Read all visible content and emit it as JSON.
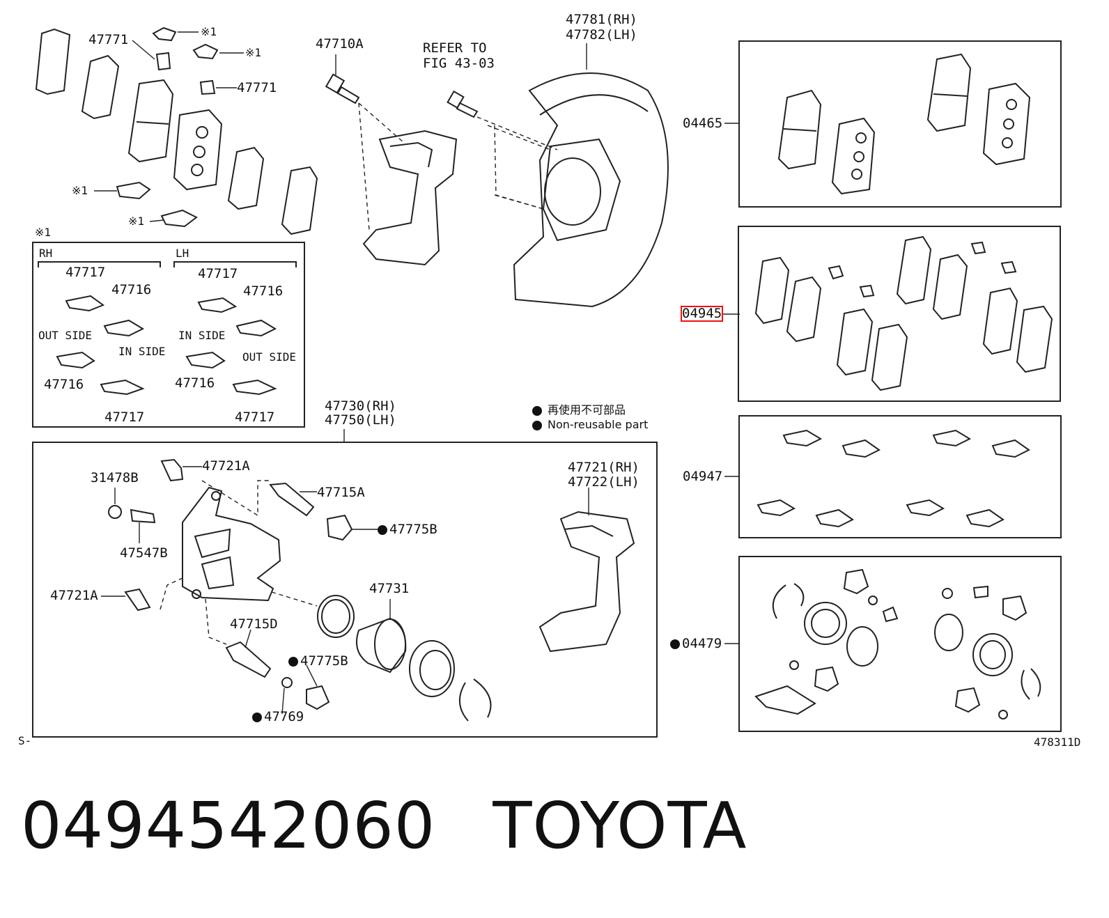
{
  "diagram": {
    "top_labels": {
      "l47771a": "47771",
      "l47771b": "47771",
      "l47710a": "47710A",
      "refer": "REFER TO",
      "fig": "FIG 43-03",
      "l47781": "47781(RH)",
      "l47782": "47782(LH)",
      "note1a": "※1",
      "note1b": "※1",
      "note1c": "※1",
      "note1d": "※1",
      "note1box": "※1"
    },
    "inset": {
      "rh": "RH",
      "lh": "LH",
      "rh_47717": "47717",
      "rh_47716": "47716",
      "rh_out_side": "OUT SIDE",
      "rh_in_side": "IN SIDE",
      "rh_47716b": "47716",
      "rh_47717b": "47717",
      "lh_47717": "47717",
      "lh_47716": "47716",
      "lh_in_side": "IN SIDE",
      "lh_out_side": "OUT SIDE",
      "lh_47716b": "47716",
      "lh_47717b": "47717"
    },
    "caliper": {
      "l47730": "47730(RH)",
      "l47750": "47750(LH)",
      "l47721a_top": "47721A",
      "l31478b": "31478B",
      "l47547b": "47547B",
      "l47715a": "47715A",
      "l47775b_top": "47775B",
      "l47721a_mid": "47721A",
      "l47731": "47731",
      "l47715d": "47715D",
      "l47775b_bot": "47775B",
      "l47769": "47769",
      "l47721": "47721(RH)",
      "l47722": "47722(LH)"
    },
    "legend": {
      "jp": "再使用不可部品",
      "en": "Non-reusable part"
    },
    "kits": {
      "k04465": "04465",
      "k04945": "04945",
      "k04947": "04947",
      "k04479": "04479"
    },
    "corner_left": "S-",
    "corner_right": "478311D"
  },
  "caption": {
    "part_number": "0494542060",
    "brand": "TOYOTA"
  },
  "colors": {
    "line": "#222222",
    "highlight": "#e11111",
    "background": "#ffffff"
  }
}
